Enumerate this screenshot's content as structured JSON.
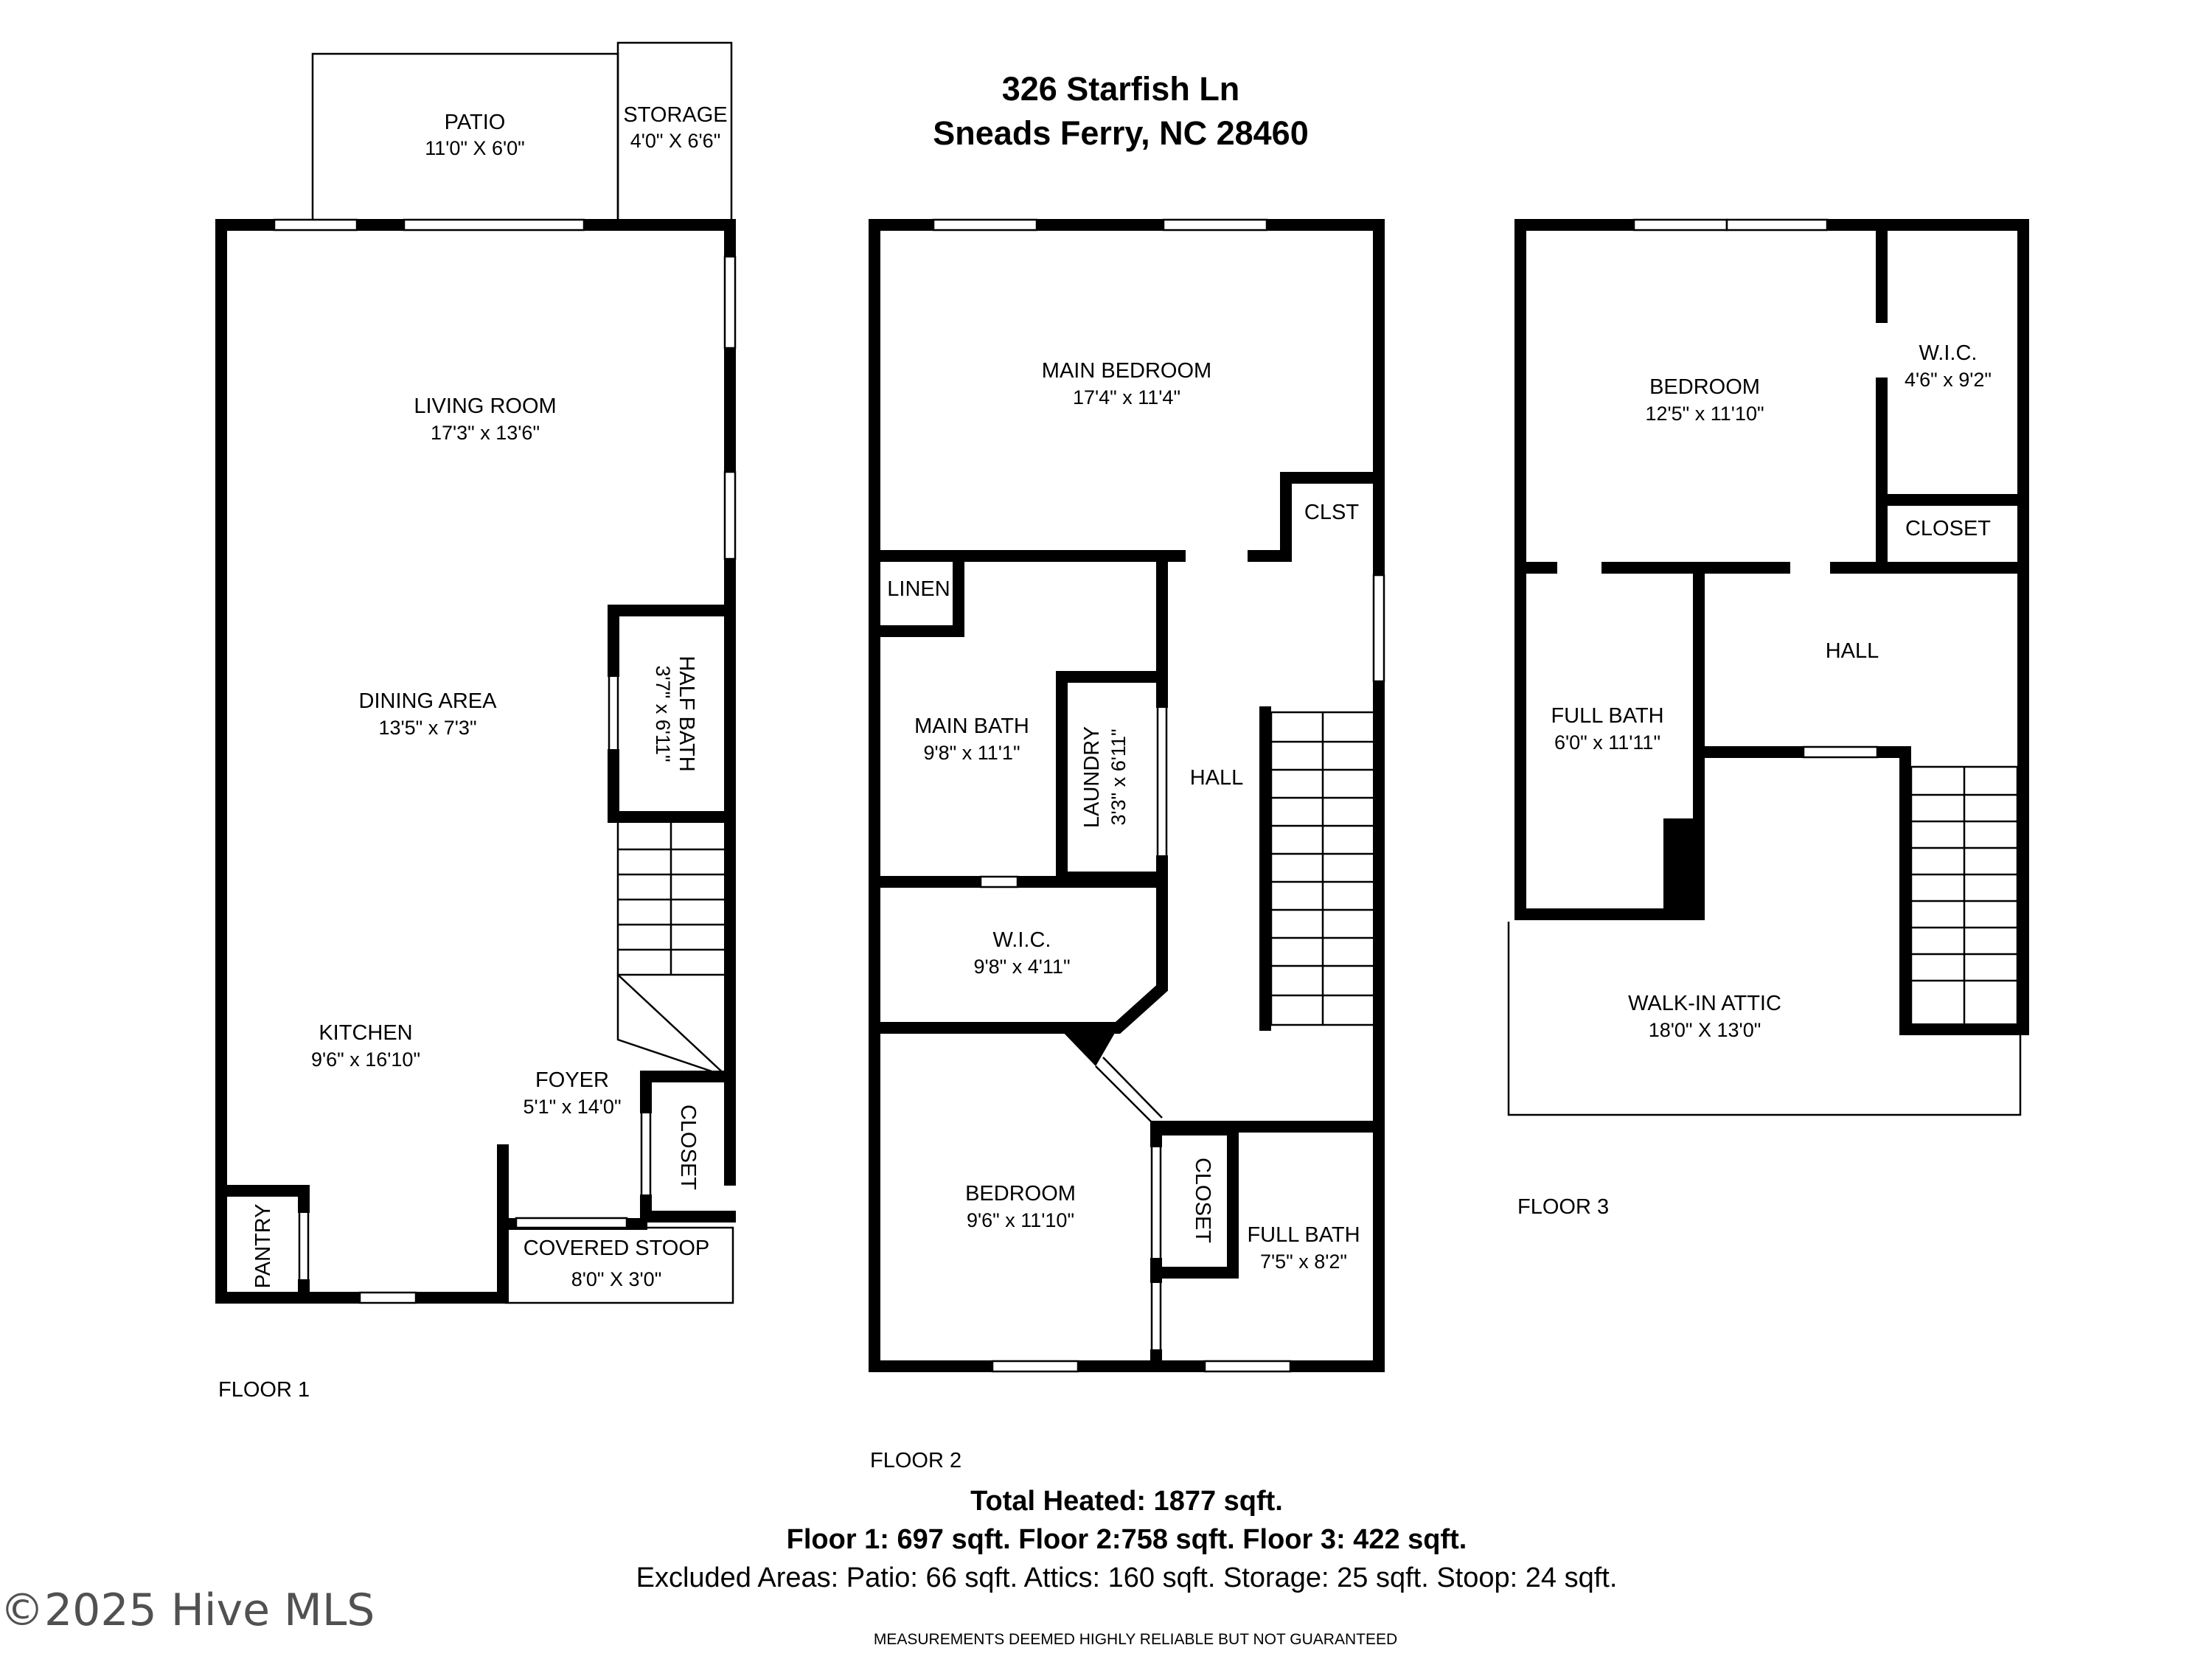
{
  "header": {
    "address_line1": "326 Starfish Ln",
    "address_line2": "Sneads Ferry, NC 28460"
  },
  "floor1": {
    "label": "FLOOR 1",
    "patio": {
      "name": "PATIO",
      "dim": "11'0\" X 6'0\""
    },
    "storage": {
      "name": "STORAGE",
      "dim": "4'0\" X 6'6\""
    },
    "living_room": {
      "name": "LIVING ROOM",
      "dim": "17'3\" x 13'6\""
    },
    "dining_area": {
      "name": "DINING AREA",
      "dim": "13'5\" x 7'3\""
    },
    "half_bath": {
      "name": "HALF BATH",
      "dim": "3'7\" x 6'11\""
    },
    "kitchen": {
      "name": "KITCHEN",
      "dim": "9'6\" x 16'10\""
    },
    "foyer": {
      "name": "FOYER",
      "dim": "5'1\" x 14'0\""
    },
    "closet": {
      "name": "CLOSET"
    },
    "pantry": {
      "name": "PANTRY"
    },
    "covered_stoop": {
      "name": "COVERED STOOP",
      "dim": "8'0\" X 3'0\""
    }
  },
  "floor2": {
    "label": "FLOOR 2",
    "main_bedroom": {
      "name": "MAIN BEDROOM",
      "dim": "17'4\" x 11'4\""
    },
    "clst": {
      "name": "CLST"
    },
    "linen": {
      "name": "LINEN"
    },
    "main_bath": {
      "name": "MAIN BATH",
      "dim": "9'8\" x 11'1\""
    },
    "laundry": {
      "name": "LAUNDRY",
      "dim": "3'3\" x 6'11\""
    },
    "hall": {
      "name": "HALL"
    },
    "wic": {
      "name": "W.I.C.",
      "dim": "9'8\" x 4'11\""
    },
    "bedroom": {
      "name": "BEDROOM",
      "dim": "9'6\" x 11'10\""
    },
    "closet": {
      "name": "CLOSET"
    },
    "full_bath": {
      "name": "FULL BATH",
      "dim": "7'5\" x 8'2\""
    }
  },
  "floor3": {
    "label": "FLOOR 3",
    "bedroom": {
      "name": "BEDROOM",
      "dim": "12'5\" x 11'10\""
    },
    "wic": {
      "name": "W.I.C.",
      "dim": "4'6\" x 9'2\""
    },
    "closet": {
      "name": "CLOSET"
    },
    "hall": {
      "name": "HALL"
    },
    "full_bath": {
      "name": "FULL BATH",
      "dim": "6'0\" x 11'11\""
    },
    "walk_in_attic": {
      "name": "WALK-IN ATTIC",
      "dim": "18'0\" X 13'0\""
    }
  },
  "footer": {
    "total_heated": "Total Heated: 1877 sqft.",
    "floor_totals": "Floor 1: 697 sqft. Floor 2:758 sqft. Floor 3: 422 sqft.",
    "excluded": "Excluded Areas: Patio: 66 sqft. Attics: 160 sqft. Storage: 25 sqft. Stoop: 24 sqft.",
    "disclaimer": "MEASUREMENTS DEEMED HIGHLY RELIABLE BUT NOT GUARANTEED",
    "watermark": "©2025 Hive MLS"
  }
}
